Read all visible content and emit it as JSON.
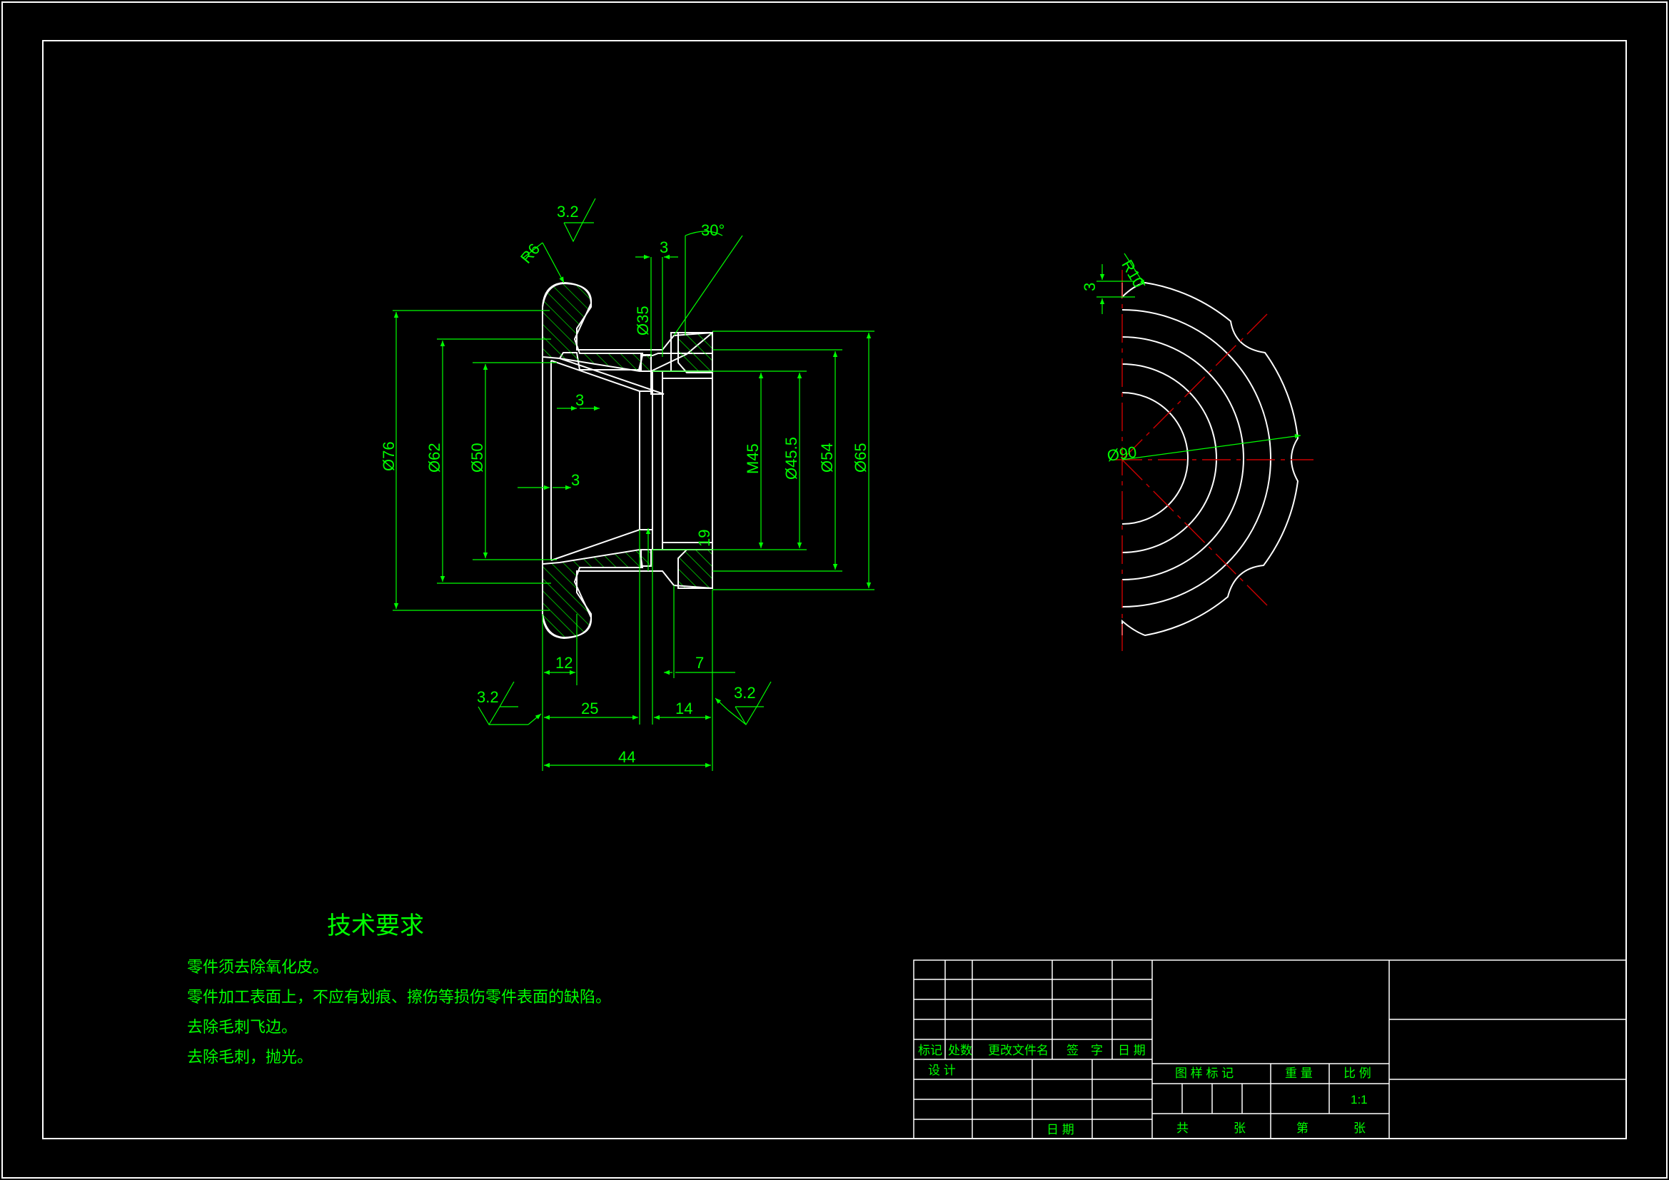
{
  "colors": {
    "background": "#000000",
    "outline": "#ffffff",
    "dimension": "#00ff00",
    "centerline": "#cc0000"
  },
  "section_view": {
    "roughness_top": "3.2",
    "roughness_bottom_left": "3.2",
    "roughness_bottom_right": "3.2",
    "r6": "R6",
    "angle_30": "30°",
    "top_3": "3",
    "d35": "Ø35",
    "inner_3a": "3",
    "inner_3b": "3",
    "d76": "Ø76",
    "d62": "Ø62",
    "d50": "Ø50",
    "m45": "M45",
    "d45_5": "Ø45.5",
    "d54": "Ø54",
    "d65": "Ø65",
    "len_19": "19",
    "len_12": "12",
    "len_7": "7",
    "len_25": "25",
    "len_14": "14",
    "len_44": "44"
  },
  "end_view": {
    "r10": "R10",
    "dim_3": "3",
    "d90": "Ø90"
  },
  "tech_req": {
    "title": "技术要求",
    "lines": [
      "零件须去除氧化皮。",
      "零件加工表面上，不应有划痕、擦伤等损伤零件表面的缺陷。",
      "去除毛刺飞边。",
      "去除毛刺，抛光。"
    ]
  },
  "title_block": {
    "mark": "标记",
    "count": "处数",
    "change_doc": "更改文件名",
    "signature": "签　字",
    "date": "日 期",
    "design": "设 计",
    "date2": "日 期",
    "drawing_mark": "图 样 标 记",
    "weight": "重 量",
    "scale": "比 例",
    "scale_value": "1:1",
    "total": "共",
    "sheets1": "张",
    "sheet_no": "第",
    "sheets2": "张"
  }
}
